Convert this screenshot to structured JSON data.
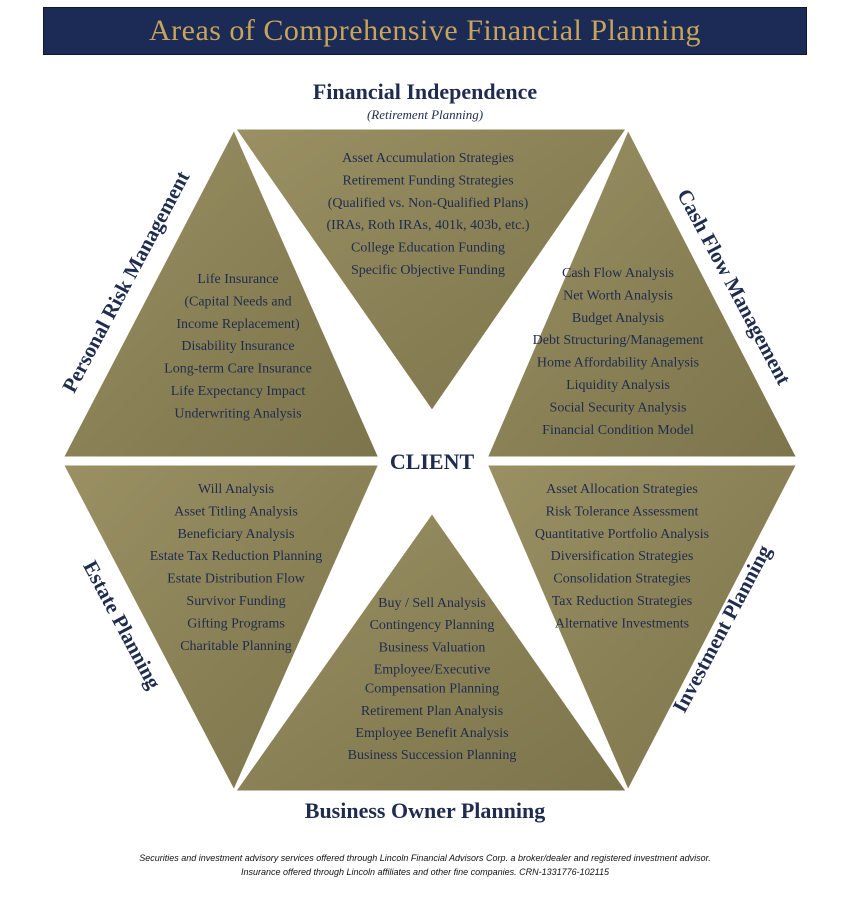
{
  "title": "Areas of Comprehensive Financial Planning",
  "center_label": "CLIENT",
  "colors": {
    "banner": "#1c2a56",
    "banner_text": "#c6a45a",
    "segment": "#8c8459",
    "text": "#1f2c4f"
  },
  "outer_labels": {
    "top": "Financial Independence",
    "top_sub": "(Retirement Planning)",
    "top_right": "Cash Flow Management",
    "bottom_right": "Investment Planning",
    "bottom": "Business Owner Planning",
    "bottom_left": "Estate Planning",
    "top_left": "Personal Risk Management"
  },
  "segments": {
    "top": [
      "Asset Accumulation Strategies",
      "Retirement Funding Strategies",
      "(Qualified vs. Non-Qualified Plans)",
      "(IRAs, Roth IRAs, 401k, 403b, etc.)",
      "College Education Funding",
      "Specific Objective Funding"
    ],
    "top_right": [
      "Cash Flow Analysis",
      "Net Worth Analysis",
      "Budget Analysis",
      "Debt Structuring/Management",
      "Home Affordability Analysis",
      "Liquidity Analysis",
      "Social Security Analysis",
      "Financial Condition Model"
    ],
    "bottom_right": [
      "Asset Allocation Strategies",
      "Risk Tolerance Assessment",
      "Quantitative Portfolio Analysis",
      "Diversification Strategies",
      "Consolidation Strategies",
      "Tax Reduction Strategies",
      "Alternative Investments"
    ],
    "bottom": [
      "Buy / Sell Analysis",
      "Contingency Planning",
      "Business Valuation",
      "Employee/Executive",
      "Compensation Planning",
      "Retirement Plan Analysis",
      "Employee Benefit Analysis",
      "Business Succession Planning"
    ],
    "bottom_left": [
      "Will Analysis",
      "Asset Titling Analysis",
      "Beneficiary Analysis",
      "Estate Tax Reduction Planning",
      "Estate Distribution Flow",
      "Survivor Funding",
      "Gifting Programs",
      "Charitable Planning"
    ],
    "top_left": [
      "Life Insurance",
      "(Capital Needs and",
      "Income Replacement)",
      "Disability Insurance",
      "Long-term Care Insurance",
      "Life Expectancy Impact",
      "Underwriting Analysis"
    ]
  },
  "footer": {
    "line1": "Securities and investment advisory services offered through Lincoln Financial Advisors Corp. a broker/dealer and  registered investment advisor.",
    "line2": "Insurance offered through Lincoln affiliates and other fine companies. CRN-1331776-102115"
  }
}
